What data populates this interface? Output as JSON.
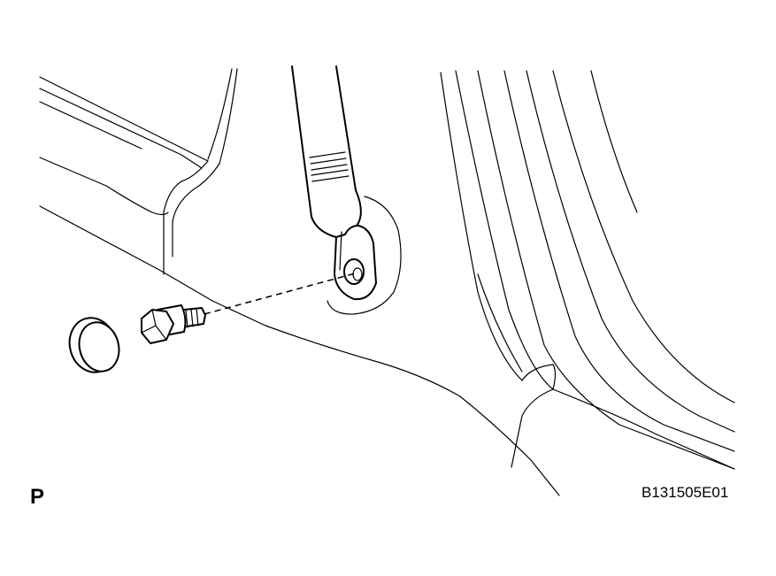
{
  "view_label": "P",
  "figure_code": "B131505E01",
  "parts": {
    "seat_belt": "seat-belt-webbing",
    "anchor_bolt": "anchor-bolt",
    "cover_cap": "cover-cap",
    "mounting_hole": "mounting-hole"
  }
}
